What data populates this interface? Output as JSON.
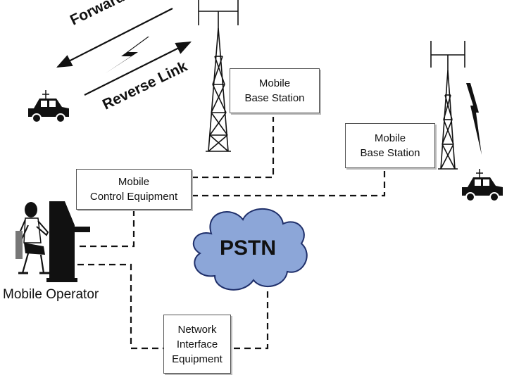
{
  "links": {
    "forward": "Forward Link",
    "reverse": "Reverse Link"
  },
  "boxes": {
    "base_station_1": {
      "line1": "Mobile",
      "line2": "Base Station"
    },
    "base_station_2": {
      "line1": "Mobile",
      "line2": "Base Station"
    },
    "control_equipment": {
      "line1": "Mobile",
      "line2": "Control Equipment"
    },
    "network_interface": {
      "line1": "Network",
      "line2": "Interface",
      "line3": "Equipment"
    }
  },
  "cloud_label": "PSTN",
  "operator_label": "Mobile Operator",
  "colors": {
    "cloud_fill": "#8ca6d8",
    "cloud_stroke": "#1f2f6a",
    "line": "#111111",
    "box_border": "#555555"
  },
  "icons": [
    "car-icon",
    "antenna-tower-icon",
    "lightning-icon",
    "operator-icon",
    "console-icon",
    "cloud-icon"
  ]
}
